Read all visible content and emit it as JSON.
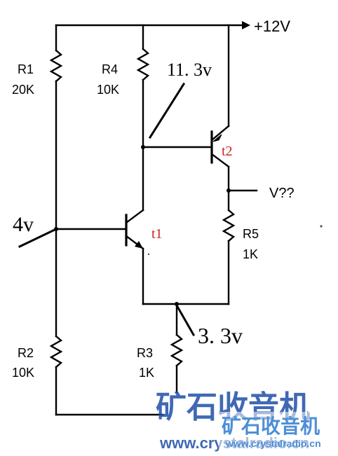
{
  "supply_label": "+12V",
  "resistors": {
    "r1": {
      "name": "R1",
      "value": "20K"
    },
    "r2": {
      "name": "R2",
      "value": "10K"
    },
    "r3": {
      "name": "R3",
      "value": "1K"
    },
    "r4": {
      "name": "R4",
      "value": "10K"
    },
    "r5": {
      "name": "R5",
      "value": "1K"
    }
  },
  "transistors": {
    "t1": "t1",
    "t2": "t2"
  },
  "annotations": {
    "base_voltage": "4v",
    "collector_voltage": "11. 3v",
    "emitter_voltage": "3. 3v"
  },
  "output_label": "V??",
  "watermark": {
    "title_cn": "矿石收音机",
    "url": "www.crystalradio.cn",
    "badge_title": "矿石收音机",
    "badge_url": "www.crystalradio.cn"
  },
  "colors": {
    "wire": "#000000",
    "transistor_label": "#cc2222",
    "watermark_blue": "#1f4fa8",
    "watermark_light": "#4d8fd6"
  }
}
